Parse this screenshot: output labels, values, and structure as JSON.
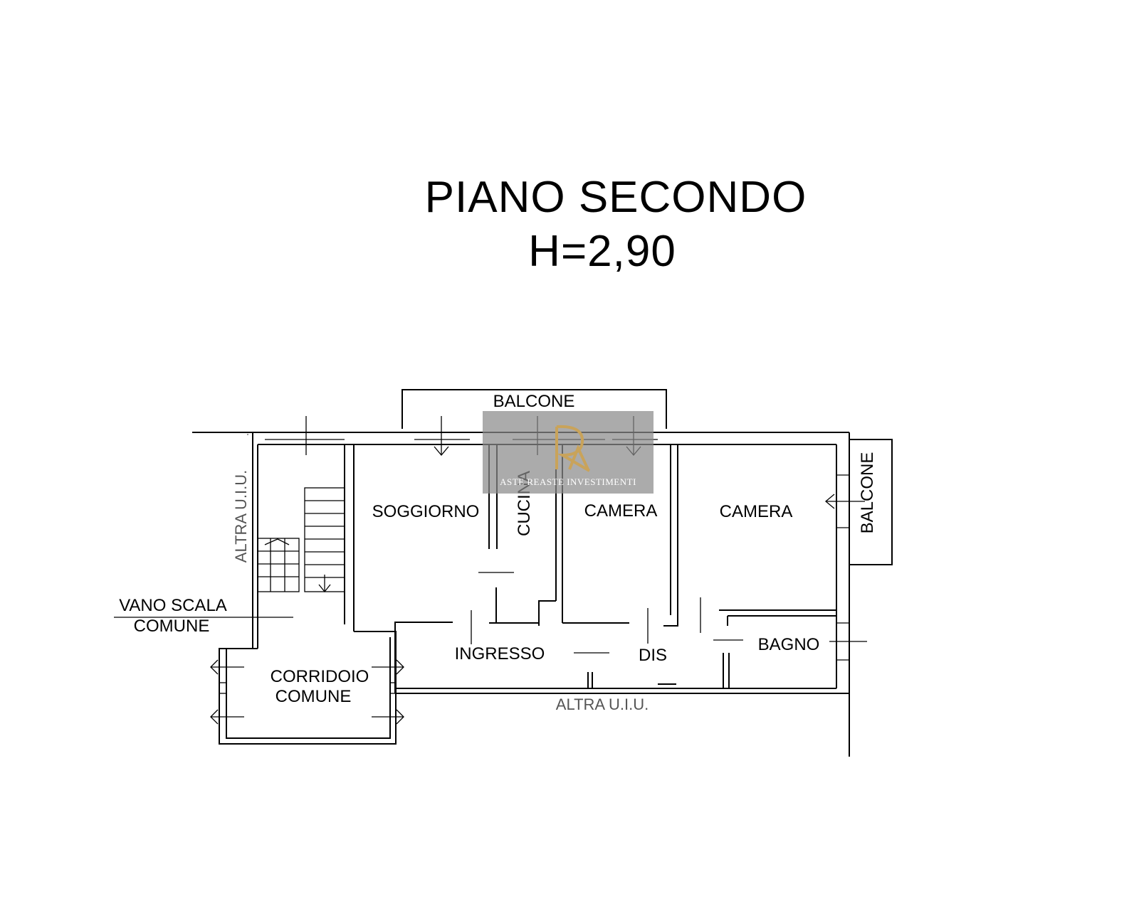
{
  "title": {
    "line1": "PIANO SECONDO",
    "line2": "H=2,90"
  },
  "rooms": {
    "balcone_top": "BALCONE",
    "balcone_right": "BALCONE",
    "soggiorno": "SOGGIORNO",
    "cucina": "CUCINA",
    "camera_1": "CAMERA",
    "camera_2": "CAMERA",
    "ingresso": "INGRESSO",
    "dis": "DIS",
    "bagno": "BAGNO",
    "corridoio_line1": "CORRIDOIO",
    "corridoio_line2": "COMUNE",
    "vano_scala_line1": "VANO SCALA",
    "vano_scala_line2": "COMUNE",
    "altra_uiu_left": "ALTRA U.I.U.",
    "altra_uiu_bottom": "ALTRA U.I.U."
  },
  "watermark": {
    "text": "ASTE REASTE INVESTIMENTI",
    "color": "#8a8a8a",
    "accent": "#c9a35a"
  }
}
